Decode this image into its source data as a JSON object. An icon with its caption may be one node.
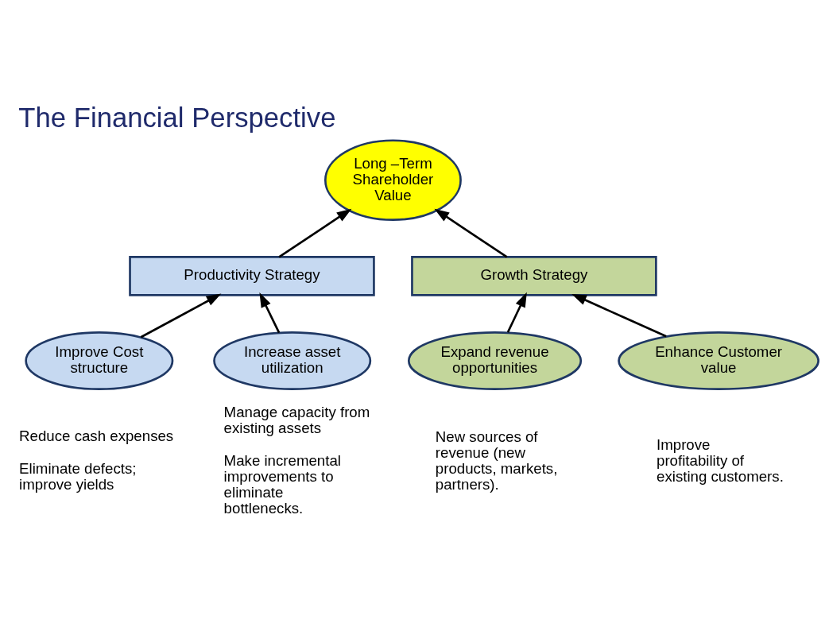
{
  "diagram": {
    "title": "The Financial Perspective",
    "nodes": [
      {
        "text": [
          "Long –Term Shareholder Value"
        ]
      },
      {
        "text": [
          "Productivity Strategy"
        ]
      },
      {
        "text": [
          "Growth Strategy"
        ]
      },
      {
        "text": [
          "Improve Cost structure"
        ],
        "beside": [
          "Reduce cash expenses",
          "Eliminate defects; improve yields"
        ]
      },
      {
        "text": [
          "Increase asset utilization"
        ],
        "beside": [
          "Manage capacity from existing assets",
          "Make incremental improvements to eliminate bottlenecks."
        ]
      },
      {
        "text": [
          "Expand revenue opportunities"
        ],
        "beside": [
          "New sources of revenue (new products, markets, partners)."
        ]
      },
      {
        "text": [
          "Enhance Customer value"
        ],
        "beside": [
          "Improve profitability of existing customers."
        ]
      }
    ],
    "edges": [
      {
        "from": 1,
        "to": 0,
        "arrow": "to"
      },
      {
        "from": 2,
        "to": 0,
        "arrow": "to"
      },
      {
        "from": 3,
        "to": 1,
        "arrow": "to"
      },
      {
        "from": 4,
        "to": 1,
        "arrow": "to"
      },
      {
        "from": 5,
        "to": 2,
        "arrow": "to"
      },
      {
        "from": 6,
        "to": 2,
        "arrow": "to"
      }
    ]
  }
}
